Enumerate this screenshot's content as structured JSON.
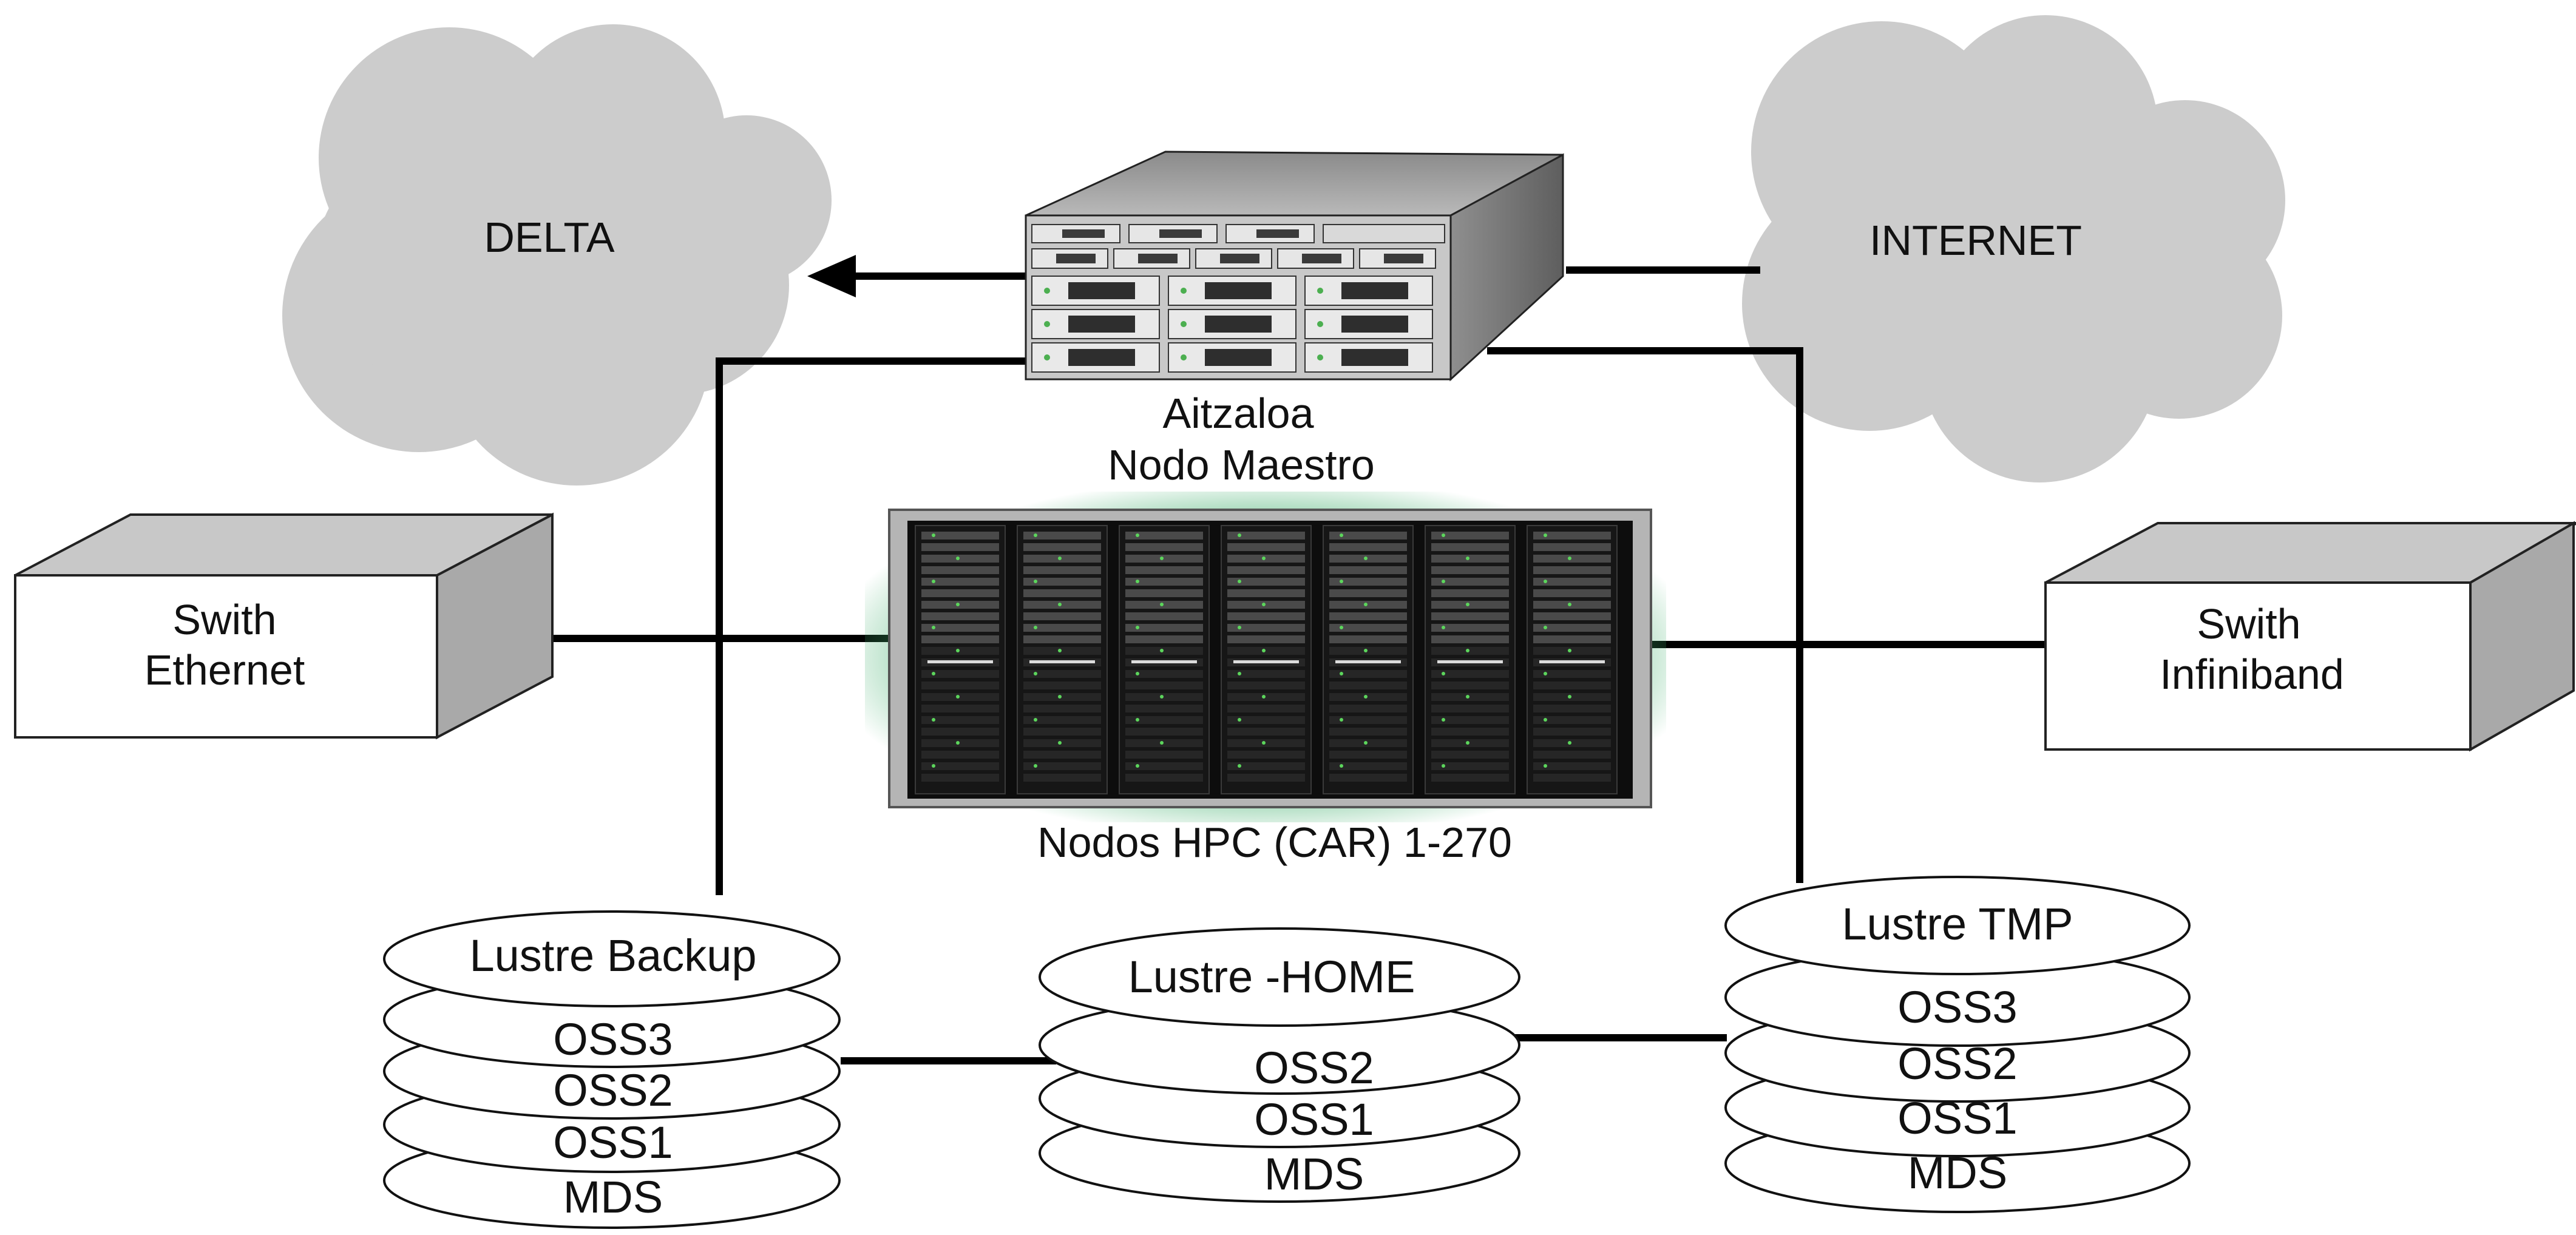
{
  "clouds": {
    "delta": {
      "label": "DELTA"
    },
    "internet": {
      "label": "INTERNET"
    }
  },
  "master_node": {
    "line1": "Aitzaloa",
    "line2": "Nodo Maestro"
  },
  "switches": {
    "ethernet": {
      "line1": "Swith",
      "line2": "Ethernet"
    },
    "infiniband": {
      "line1": "Swith",
      "line2": "Infiniband"
    }
  },
  "hpc_nodes": {
    "label": "Nodos HPC (CAR) 1-270",
    "rack_count": 7
  },
  "storage": {
    "backup": {
      "title": "Lustre Backup",
      "layers": [
        "OSS3",
        "OSS2",
        "OSS1",
        "MDS"
      ]
    },
    "home": {
      "title": "Lustre -HOME",
      "layers": [
        "OSS2",
        "OSS1",
        "MDS"
      ]
    },
    "tmp": {
      "title": "Lustre TMP",
      "layers": [
        "OSS3",
        "OSS2",
        "OSS1",
        "MDS"
      ]
    }
  },
  "colors": {
    "cloud": "#cccccc",
    "line": "#000000",
    "box_side": "#a9a9a9",
    "rack_bg": "#0d0d0d",
    "led": "#5cd65c"
  }
}
